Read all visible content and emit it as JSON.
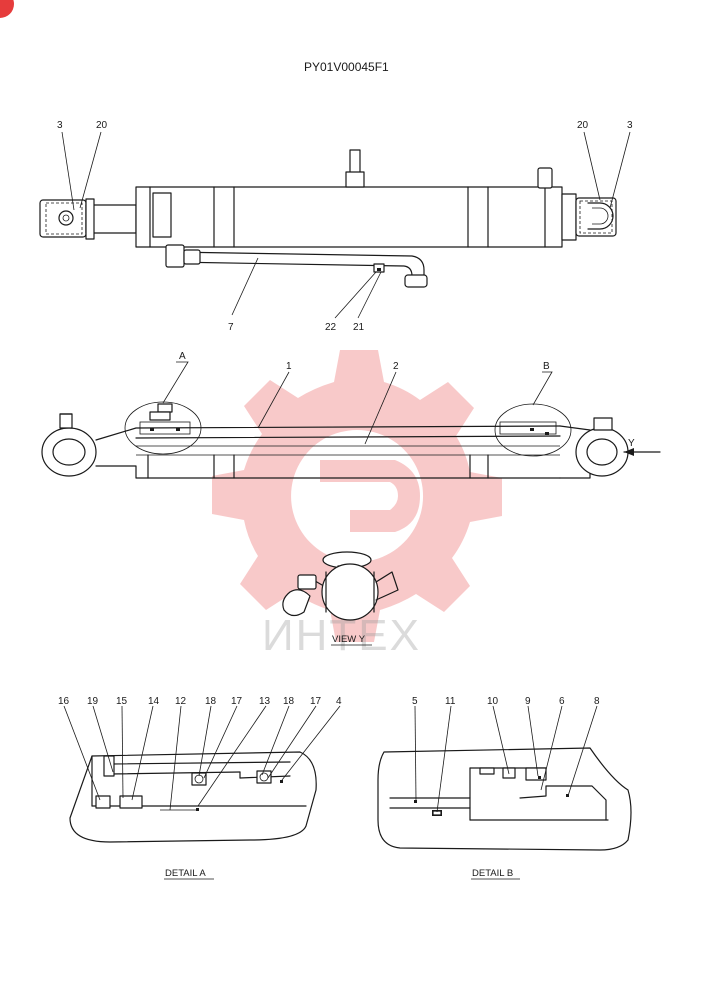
{
  "drawing_number": "PY01V00045F1",
  "watermark_text": "ИНТЕХ",
  "accent_color": "#e63c3c",
  "view_y_caption": "VIEW  Y",
  "detail_a_caption": "DETAIL  A",
  "detail_b_caption": "DETAIL  B",
  "arrow_label": "Y",
  "callouts_top": [
    "3",
    "20",
    "20",
    "3",
    "7",
    "22",
    "21"
  ],
  "callouts_side": [
    "A",
    "1",
    "2",
    "B"
  ],
  "callouts_detail_a": [
    "16",
    "19",
    "15",
    "14",
    "12",
    "18",
    "17",
    "13",
    "18",
    "17",
    "4"
  ],
  "callouts_detail_b": [
    "5",
    "11",
    "10",
    "9",
    "6",
    "8"
  ]
}
